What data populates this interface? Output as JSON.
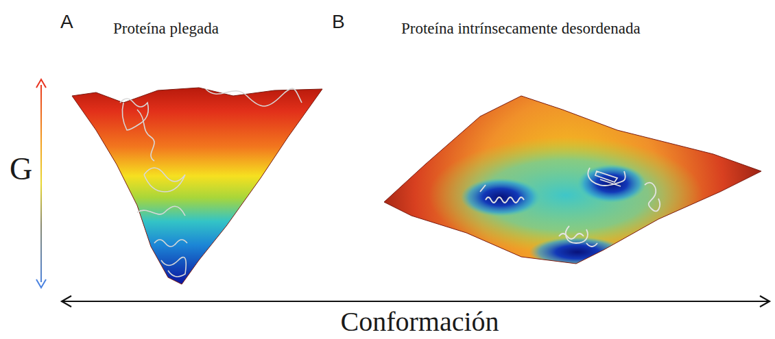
{
  "diagram": {
    "labels": [
      "A",
      "Proteína plegada",
      "B",
      "Proteína intrínsecamente desordenada",
      "G",
      "Conformación"
    ]
  }
}
